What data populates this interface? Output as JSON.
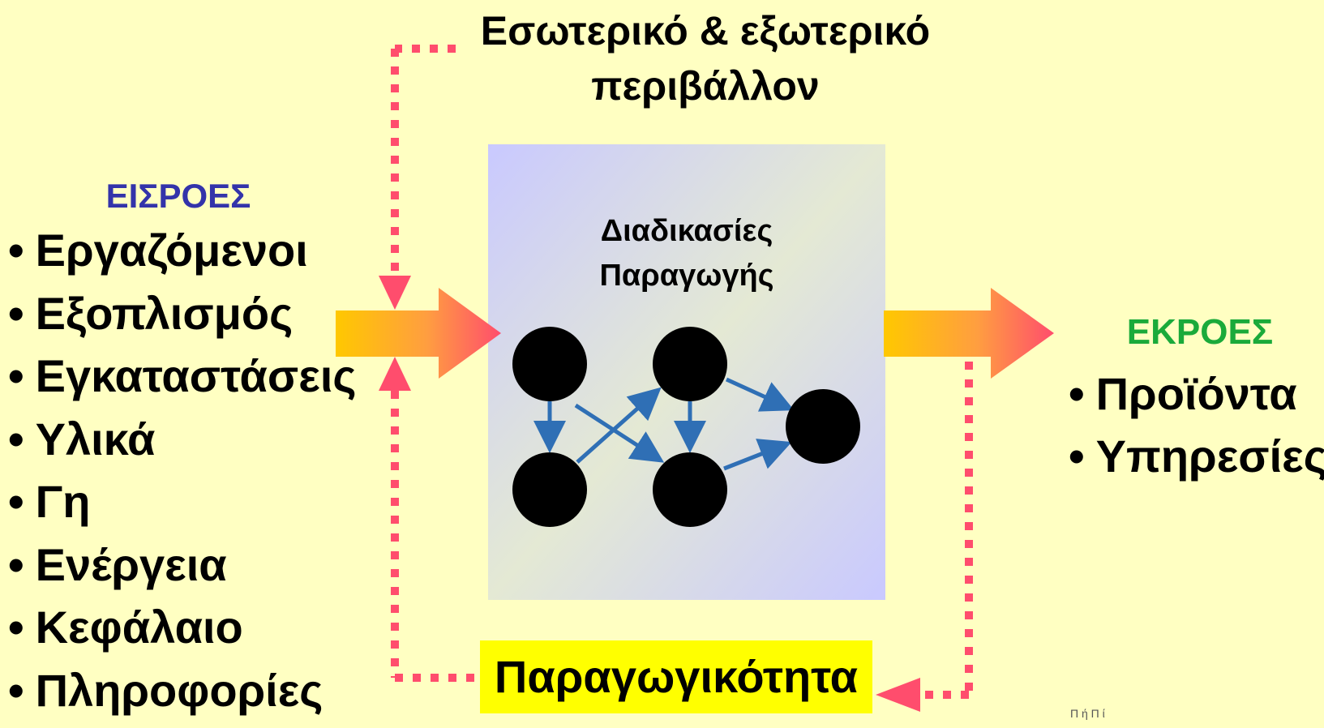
{
  "environment": {
    "title_line1": "Εσωτερικό & εξωτερικό",
    "title_line2": "περιβάλλον"
  },
  "inputs": {
    "heading": "ΕΙΣΡΟΕΣ",
    "bullet": "•",
    "items": [
      "Εργαζόμενοι",
      "Εξοπλισμός",
      "Εγκαταστάσεις",
      "Υλικά",
      "Γη",
      "Ενέργεια",
      "Κεφάλαιο",
      "Πληροφορίες"
    ]
  },
  "process": {
    "label_line1": "Διαδικασίες",
    "label_line2": "Παραγωγής"
  },
  "outputs": {
    "heading": "ΕΚΡΟΕΣ",
    "bullet": "•",
    "items": [
      "Προϊόντα",
      "Υπηρεσίες"
    ]
  },
  "feedback": {
    "label": "Παραγωγικότητα"
  },
  "footer": {
    "note": "Π       ή    Π    ί"
  },
  "colors": {
    "background": "#FFFFC2",
    "inputs_heading": "#3333AA",
    "outputs_heading": "#1AAA3A",
    "dashed_line": "#FF4D6D",
    "node_arrows": "#2F6FB5",
    "productivity_box": "#FFFF00"
  }
}
